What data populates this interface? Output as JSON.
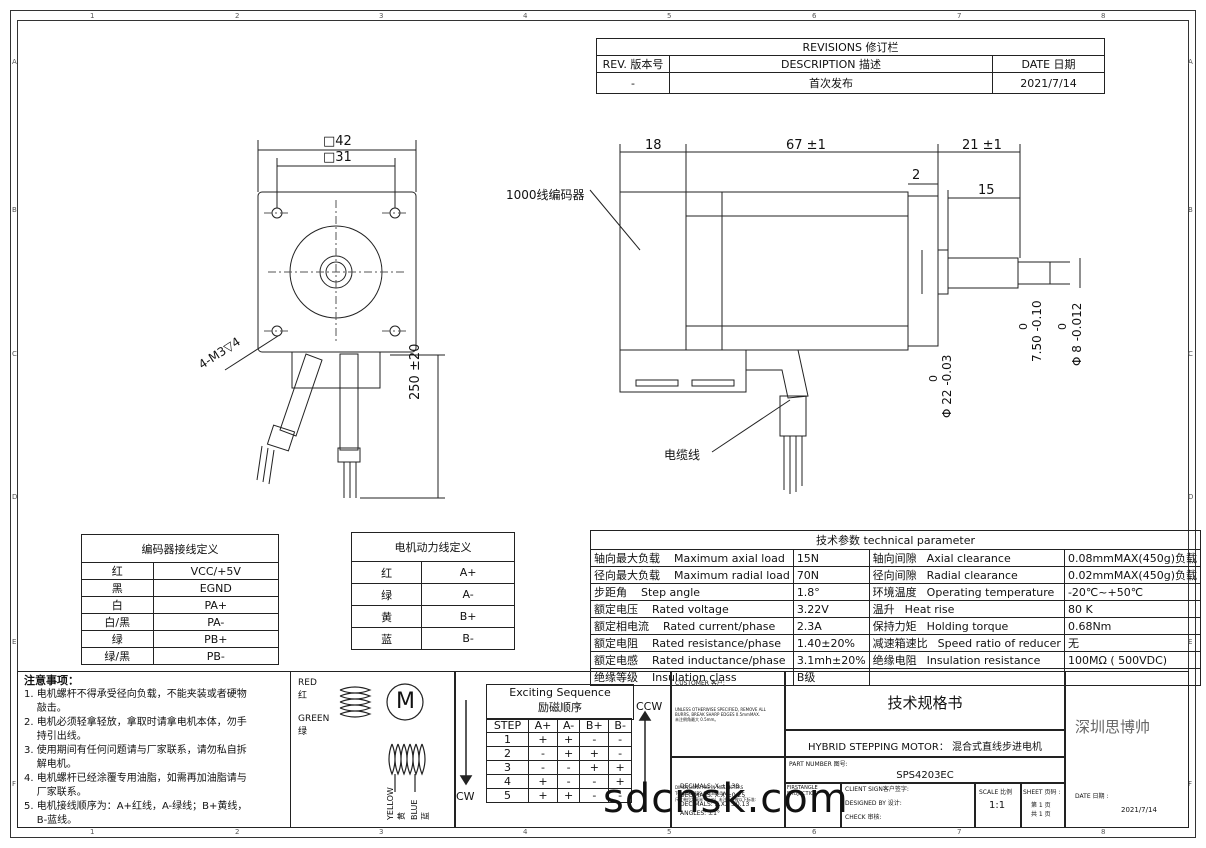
{
  "zones": {
    "top": [
      "1",
      "2",
      "3",
      "4",
      "5",
      "6",
      "7",
      "8"
    ],
    "side": [
      "A",
      "B",
      "C",
      "D",
      "E",
      "F"
    ]
  },
  "revisions": {
    "title": "REVISIONS 修订栏",
    "headers": [
      "REV. 版本号",
      "DESCRIPTION 描述",
      "DATE 日期"
    ],
    "row": [
      "-",
      "首次发布",
      "2021/7/14"
    ]
  },
  "front_view": {
    "dim_outer": "□42",
    "dim_inner": "□31",
    "hole_callout": "4-M3▽4",
    "cable_length": "250 ±20"
  },
  "side_view": {
    "dim_encoder": "18",
    "dim_body": "67 ±1",
    "dim_shaft": "21 ±1",
    "dim_step": "2",
    "dim_flat": "15",
    "encoder_label": "1000线编码器",
    "cable_label": "电缆线",
    "tol_flat": "7.50 -0.10",
    "tol_flat_zero": "0",
    "tol_shaft": "Φ 8 -0.012",
    "tol_shaft_zero": "0",
    "tol_boss": "Φ 22 -0.03",
    "tol_boss_zero": "0"
  },
  "encoder_table": {
    "title": "编码器接线定义",
    "rows": [
      [
        "红",
        "VCC/+5V"
      ],
      [
        "黑",
        "EGND"
      ],
      [
        "白",
        "PA+"
      ],
      [
        "白/黑",
        "PA-"
      ],
      [
        "绿",
        "PB+"
      ],
      [
        "绿/黑",
        "PB-"
      ]
    ]
  },
  "power_table": {
    "title": "电机动力线定义",
    "rows": [
      [
        "红",
        "A+"
      ],
      [
        "绿",
        "A-"
      ],
      [
        "黄",
        "B+"
      ],
      [
        "蓝",
        "B-"
      ]
    ]
  },
  "tech": {
    "title": "技术参数      technical parameter",
    "rows": [
      [
        "轴向最大负载",
        "Maximum axial load",
        "15N",
        "轴向间隙",
        "Axial clearance",
        "0.08mmMAX(450g)负载"
      ],
      [
        "径向最大负载",
        "Maximum radial load",
        "70N",
        "径向间隙",
        "Radial clearance",
        "0.02mmMAX(450g)负载"
      ],
      [
        "步距角",
        "Step angle",
        "1.8°",
        "环境温度",
        "Operating temperature",
        "-20℃~+50℃"
      ],
      [
        "额定电压",
        "Rated voltage",
        "3.22V",
        "温升",
        "Heat  rise",
        "80 K"
      ],
      [
        "额定相电流",
        "Rated current/phase",
        "2.3A",
        "保持力矩",
        "Holding torque",
        "0.68Nm"
      ],
      [
        "额定电阻",
        "Rated resistance/phase",
        "1.40±20%",
        "减速箱速比",
        "Speed ratio of reducer",
        "无"
      ],
      [
        "额定电感",
        "Rated inductance/phase",
        "3.1mh±20%",
        "绝缘电阻",
        "Insulation resistance",
        "100MΩ ( 500VDC)"
      ],
      [
        "绝缘等级",
        "Insulation class",
        "B级",
        "",
        "",
        ""
      ]
    ]
  },
  "notes": {
    "title": "注意事项：",
    "items": [
      "1. 电机螺杆不得承受径向负载，不能夹装或者硬物",
      "    敲击。",
      "2. 电机必须轻拿轻放，拿取时请拿电机本体，勿手",
      "    持引出线。",
      "3. 使用期间有任何问题请与厂家联系，请勿私自拆",
      "    解电机。",
      "4. 电机螺杆已经涂覆专用油脂，如需再加油脂请与",
      "    厂家联系。",
      "5. 电机接线顺序为：A+红线，A-绿线；B+黄线，",
      "    B-蓝线。"
    ]
  },
  "schematic": {
    "red": "RED",
    "red_cn": "红",
    "green": "GREEN",
    "green_cn": "绿",
    "motor": "M",
    "yellow": "YELLOW",
    "yellow_cn": "黄",
    "blue": "BLUE",
    "blue_cn": "蓝"
  },
  "sequence": {
    "title": "Exciting Sequence",
    "title_cn": "励磁顺序",
    "headers": [
      "STEP",
      "A+",
      "A-",
      "B+",
      "B-"
    ],
    "rows": [
      [
        "1",
        "+",
        "+",
        "-",
        "-"
      ],
      [
        "2",
        "-",
        "+",
        "+",
        "-"
      ],
      [
        "3",
        "-",
        "-",
        "+",
        "+"
      ],
      [
        "4",
        "+",
        "-",
        "-",
        "+"
      ],
      [
        "5",
        "+",
        "+",
        "-",
        "-"
      ]
    ],
    "ccw": "CCW",
    "cw": "CW"
  },
  "titleblock": {
    "customer": "CUSTOMER 客户:",
    "doc_title": "技术规格书",
    "company": "深圳思博帅",
    "motor_type": "HYBRID STEPPING MOTOR：  混合式直线步进电机",
    "part_label": "PART NUMBER 图号:",
    "part_number": "SPS4203EC",
    "scale_label": "SCALE 比例",
    "scale": "1:1",
    "sheet_label": "SHEET 页码 :",
    "sheet1": "第 1 页",
    "sheet2": "共 1 页",
    "date_label": "DATE 日期 :",
    "date": "2021/7/14",
    "client_sign": "CLIENT SIGN客户签字:",
    "designed": "DESIGNED BY   设计:",
    "check": "CHECK          审核:",
    "projection": "FIRSTANGLE PROJECTION",
    "fine1": "UNLESS OTHERWISE SPECIFIED, REMOVE ALL BURRS, BREAK SHARP EDGES 0.5mmMAX.",
    "fine1b": "未注倒角最大 0.5mm。",
    "fine2": "DIMENSIONS ARE IN MILLIMETERS",
    "fine3": "TOLERANCES ARE BELOW:",
    "fine4": "尺寸单位为毫米（mm）未注公差按以下标准:",
    "dec1": "DECIMALS:  X        ±0.38",
    "dec2": "DECIMALS:  X.X      ±0.25",
    "dec3": "DECIMALS:  X.XX     ±0.13",
    "angles": "ANGLES:             ±1°"
  },
  "watermark": "sdcnsk.com"
}
